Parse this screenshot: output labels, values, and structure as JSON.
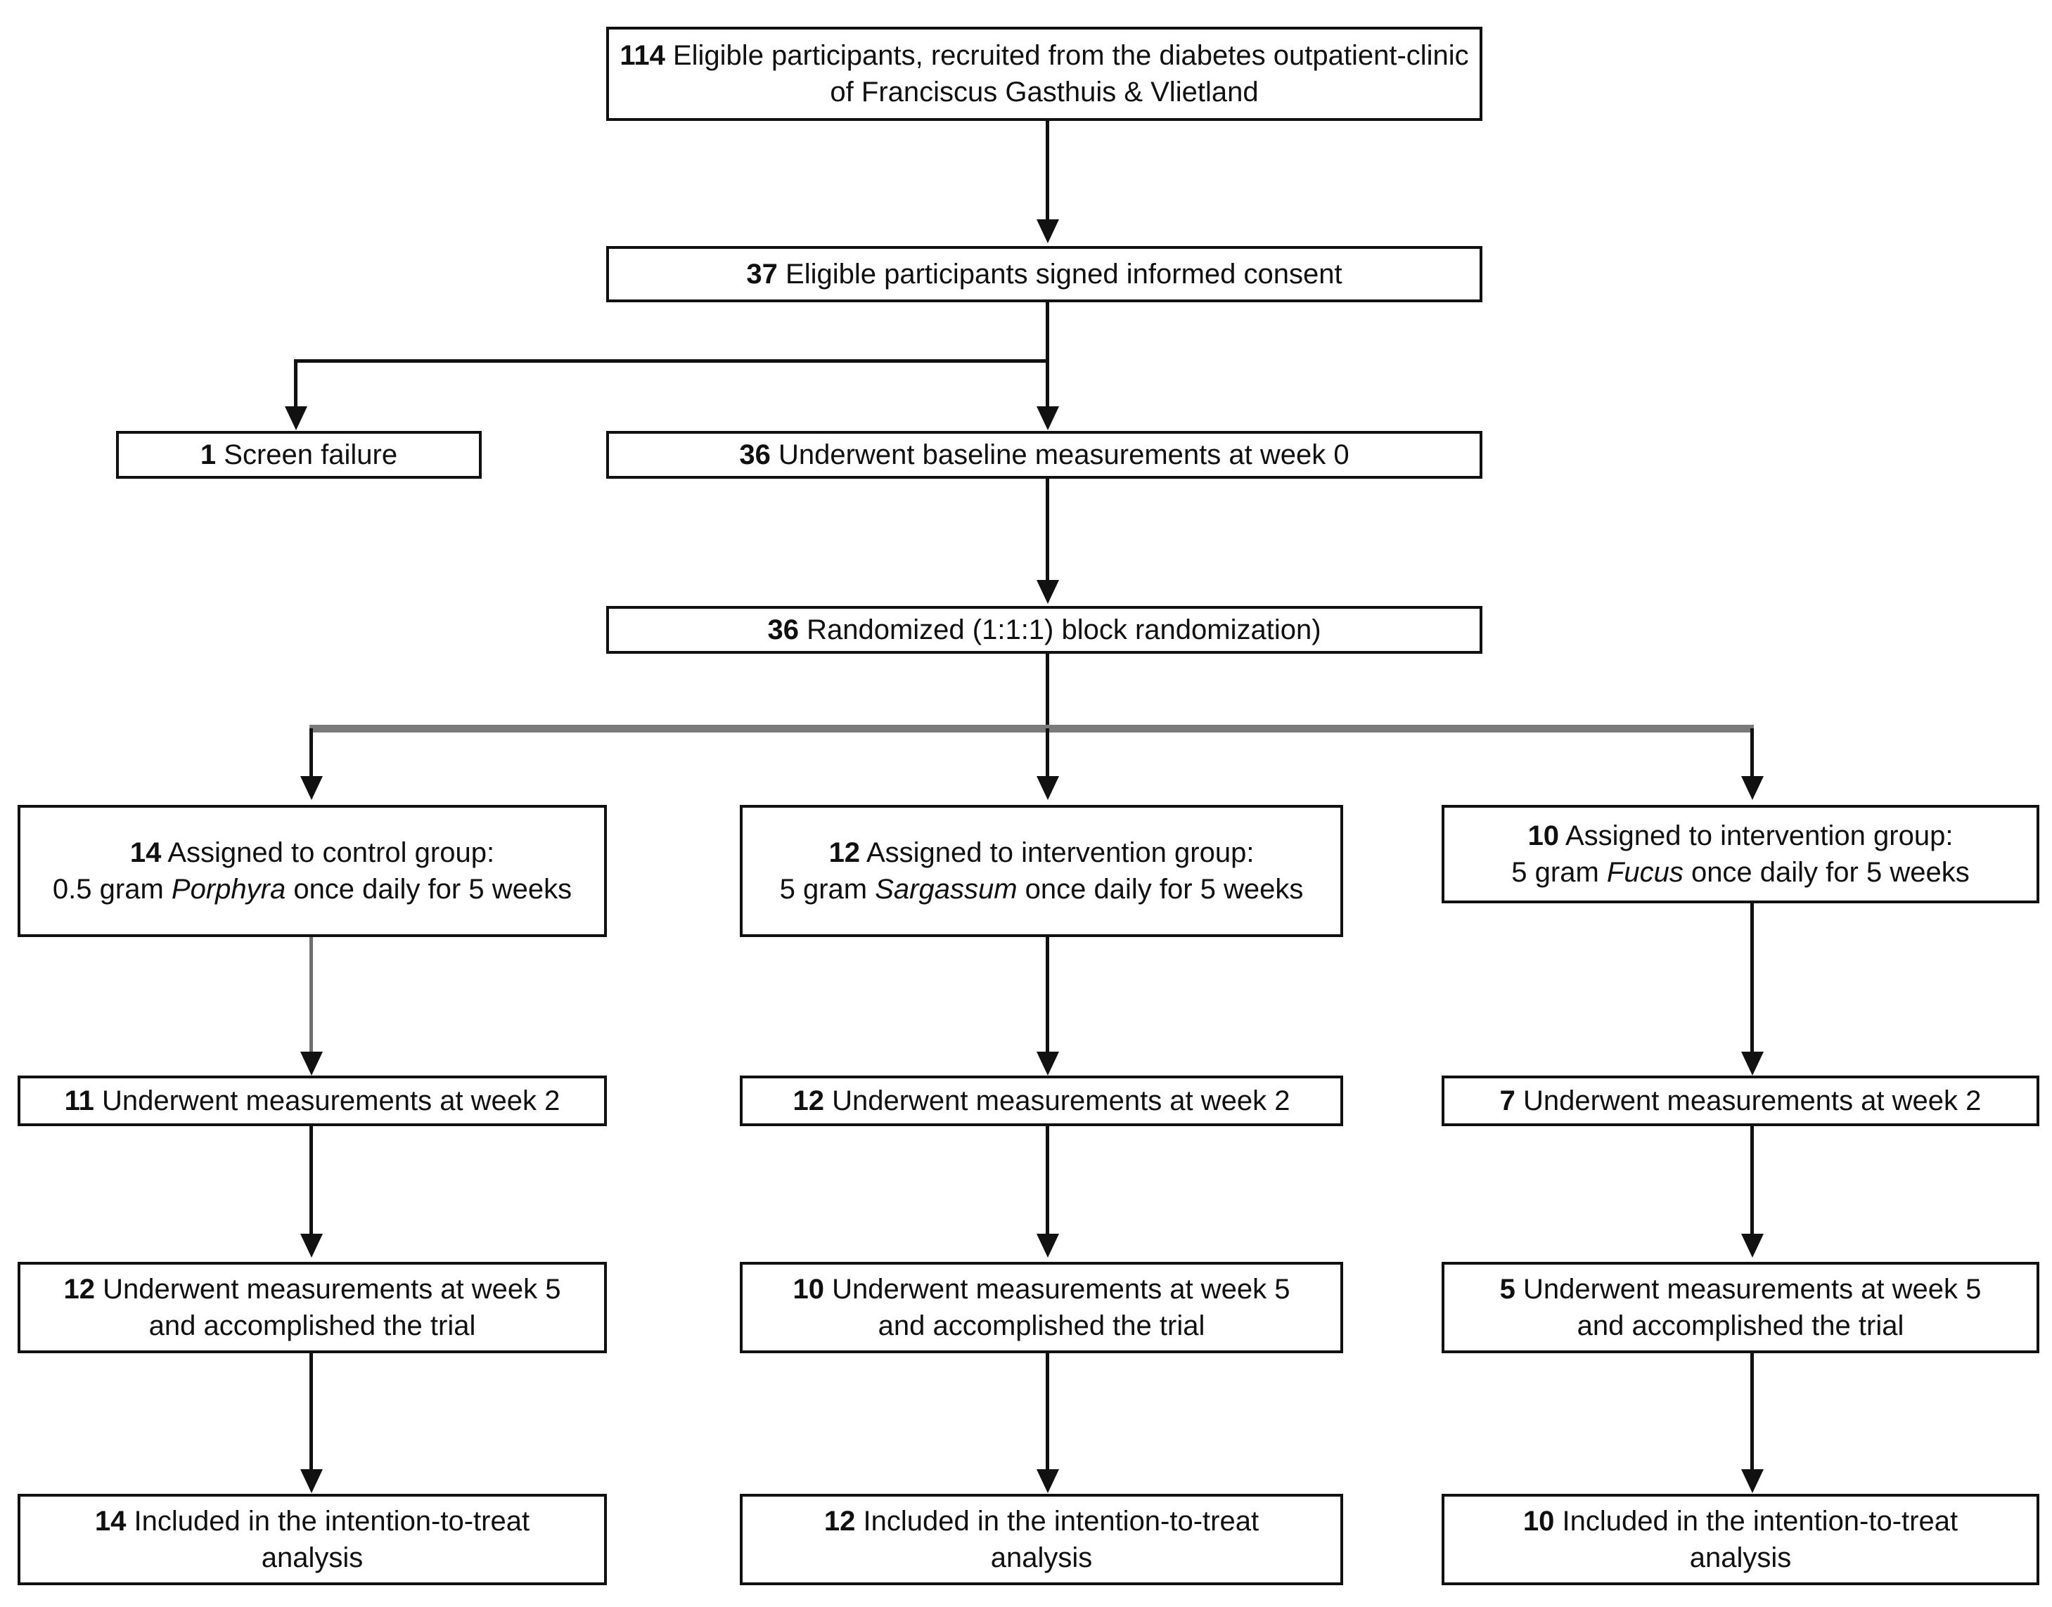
{
  "diagram": {
    "type": "consort-flow-diagram",
    "nodes": {
      "eligible": {
        "count": "114",
        "text": "Eligible participants, recruited from the diabetes outpatient-clinic of Franciscus Gasthuis & Vlietland"
      },
      "consent": {
        "count": "37",
        "text": "Eligible participants signed informed consent"
      },
      "screen_failure": {
        "count": "1",
        "text": "Screen failure"
      },
      "baseline": {
        "count": "36",
        "text": "Underwent  baseline measurements at week 0"
      },
      "randomized": {
        "count": "36",
        "text": "Randomized (1:1:1) block randomization)"
      }
    },
    "arms": [
      {
        "id": "control-porphyra",
        "assigned": {
          "count": "14",
          "line1": "Assigned to control group:",
          "line2_pre": "0.5 gram ",
          "species": "Porphyra",
          "line2_post": " once daily for 5 weeks"
        },
        "week2": {
          "count": "11",
          "text": "Underwent  measurements at week 2"
        },
        "week5": {
          "count": "12",
          "line1": "Underwent  measurements at week 5",
          "line2": "and accomplished the trial"
        },
        "itt": {
          "count": "14",
          "line1": "Included  in the intention-to-treat",
          "line2": "analysis"
        }
      },
      {
        "id": "intervention-sargassum",
        "assigned": {
          "count": "12",
          "line1": "Assigned to intervention  group:",
          "line2_pre": "5 gram ",
          "species": "Sargassum",
          "line2_post": " once daily for 5 weeks"
        },
        "week2": {
          "count": "12",
          "text": "Underwent  measurements at week 2"
        },
        "week5": {
          "count": "10",
          "line1": "Underwent  measurements at week 5",
          "line2": "and accomplished the trial"
        },
        "itt": {
          "count": "12",
          "line1": "Included  in the intention-to-treat",
          "line2": "analysis"
        }
      },
      {
        "id": "intervention-fucus",
        "assigned": {
          "count": "10",
          "line1": "Assigned to intervention  group:",
          "line2_pre": "5 gram ",
          "species": "Fucus",
          "line2_post": " once daily for 5 weeks"
        },
        "week2": {
          "count": "7",
          "text": "Underwent  measurements at week 2"
        },
        "week5": {
          "count": "5",
          "line1": "Underwent  measurements at week 5",
          "line2": "and accomplished the trial"
        },
        "itt": {
          "count": "10",
          "line1": "Included  in the intention-to-treat",
          "line2": "analysis"
        }
      }
    ],
    "colors": {
      "stroke": "#111111",
      "branch_line": "#7a7a7a",
      "background": "#ffffff",
      "text": "#101010"
    }
  }
}
